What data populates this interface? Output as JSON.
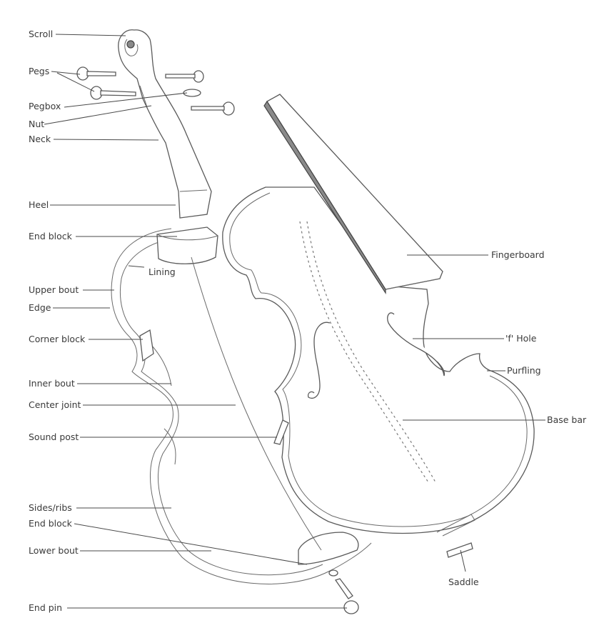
{
  "labels": {
    "scroll": "Scroll",
    "pegs": "Pegs",
    "pegbox": "Pegbox",
    "nut": "Nut",
    "neck": "Neck",
    "heel": "Heel",
    "end_block_top": "End block",
    "lining": "Lining",
    "upper_bout": "Upper bout",
    "edge": "Edge",
    "corner_block": "Corner block",
    "inner_bout": "Inner bout",
    "center_joint": "Center joint",
    "sound_post": "Sound post",
    "sides_ribs": "Sides/ribs",
    "end_block_bottom": "End block",
    "lower_bout": "Lower bout",
    "end_pin": "End pin",
    "fingerboard": "Fingerboard",
    "f_hole": "'f' Hole",
    "purfling": "Purfling",
    "bass_bar": "Base bar",
    "saddle": "Saddle"
  }
}
